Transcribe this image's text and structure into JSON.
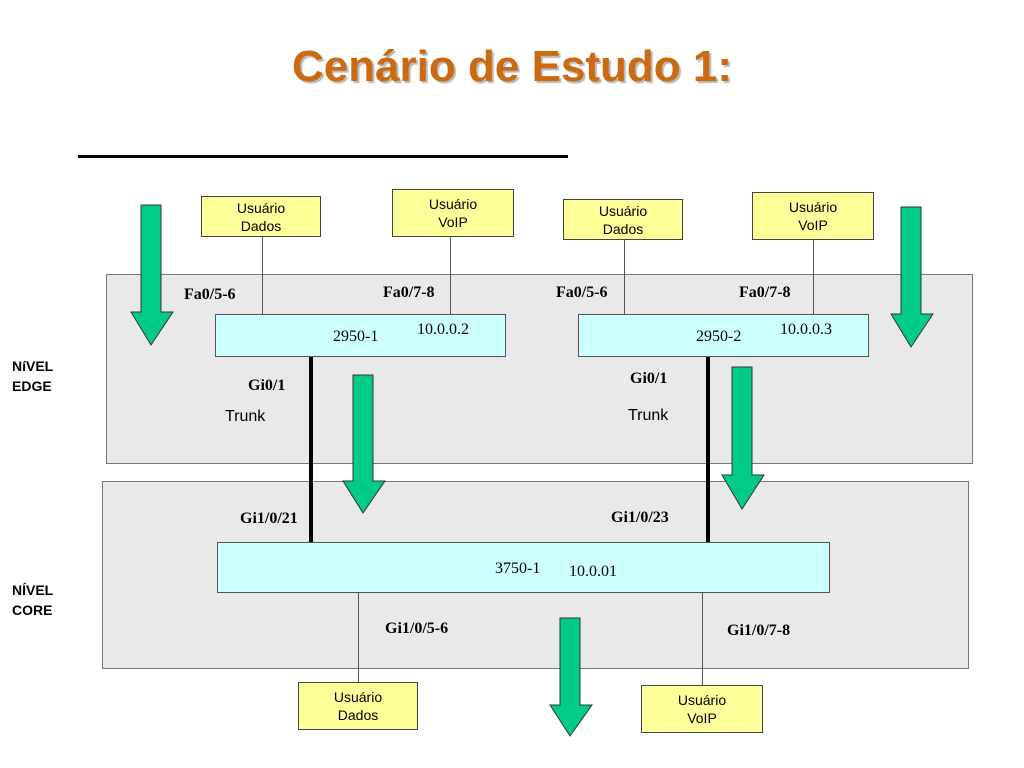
{
  "title": "Cenário de Estudo 1:",
  "levels": {
    "edge_line1": "NíVEL",
    "edge_line2": "EDGE",
    "core_line1": "NÍVEL",
    "core_line2": "CORE"
  },
  "users": {
    "u1": {
      "line1": "Usuário",
      "line2": "Dados"
    },
    "u2": {
      "line1": "Usuário",
      "line2": "VoIP"
    },
    "u3": {
      "line1": "Usuário",
      "line2": "Dados"
    },
    "u4": {
      "line1": "Usuário",
      "line2": "VoIP"
    },
    "u5": {
      "line1": "Usuário",
      "line2": "Dados"
    },
    "u6": {
      "line1": "Usuário",
      "line2": "VoIP"
    }
  },
  "switches": {
    "sw1": {
      "name": "2950-1",
      "ip": "10.0.0.2"
    },
    "sw2": {
      "name": "2950-2",
      "ip": "10.0.0.3"
    },
    "sw3": {
      "name": "3750-1",
      "ip": "10.0.01"
    }
  },
  "ports": {
    "sw1_data": "Fa0/5-6",
    "sw1_voip": "Fa0/7-8",
    "sw2_data": "Fa0/5-6",
    "sw2_voip": "Fa0/7-8",
    "sw1_uplink": "Gi0/1",
    "sw2_uplink": "Gi0/1",
    "core_left": "Gi1/0/21",
    "core_right": "Gi1/0/23",
    "core_data": "Gi1/0/5-6",
    "core_voip": "Gi1/0/7-8"
  },
  "links": {
    "trunk1": "Trunk",
    "trunk2": "Trunk"
  },
  "colors": {
    "title": "#cc6a12",
    "arrow": "#00cc88",
    "switch": "#ccffff",
    "user": "#ffff99",
    "panel": "#e9e9e9"
  },
  "icons": [
    "down-arrow-icon"
  ]
}
